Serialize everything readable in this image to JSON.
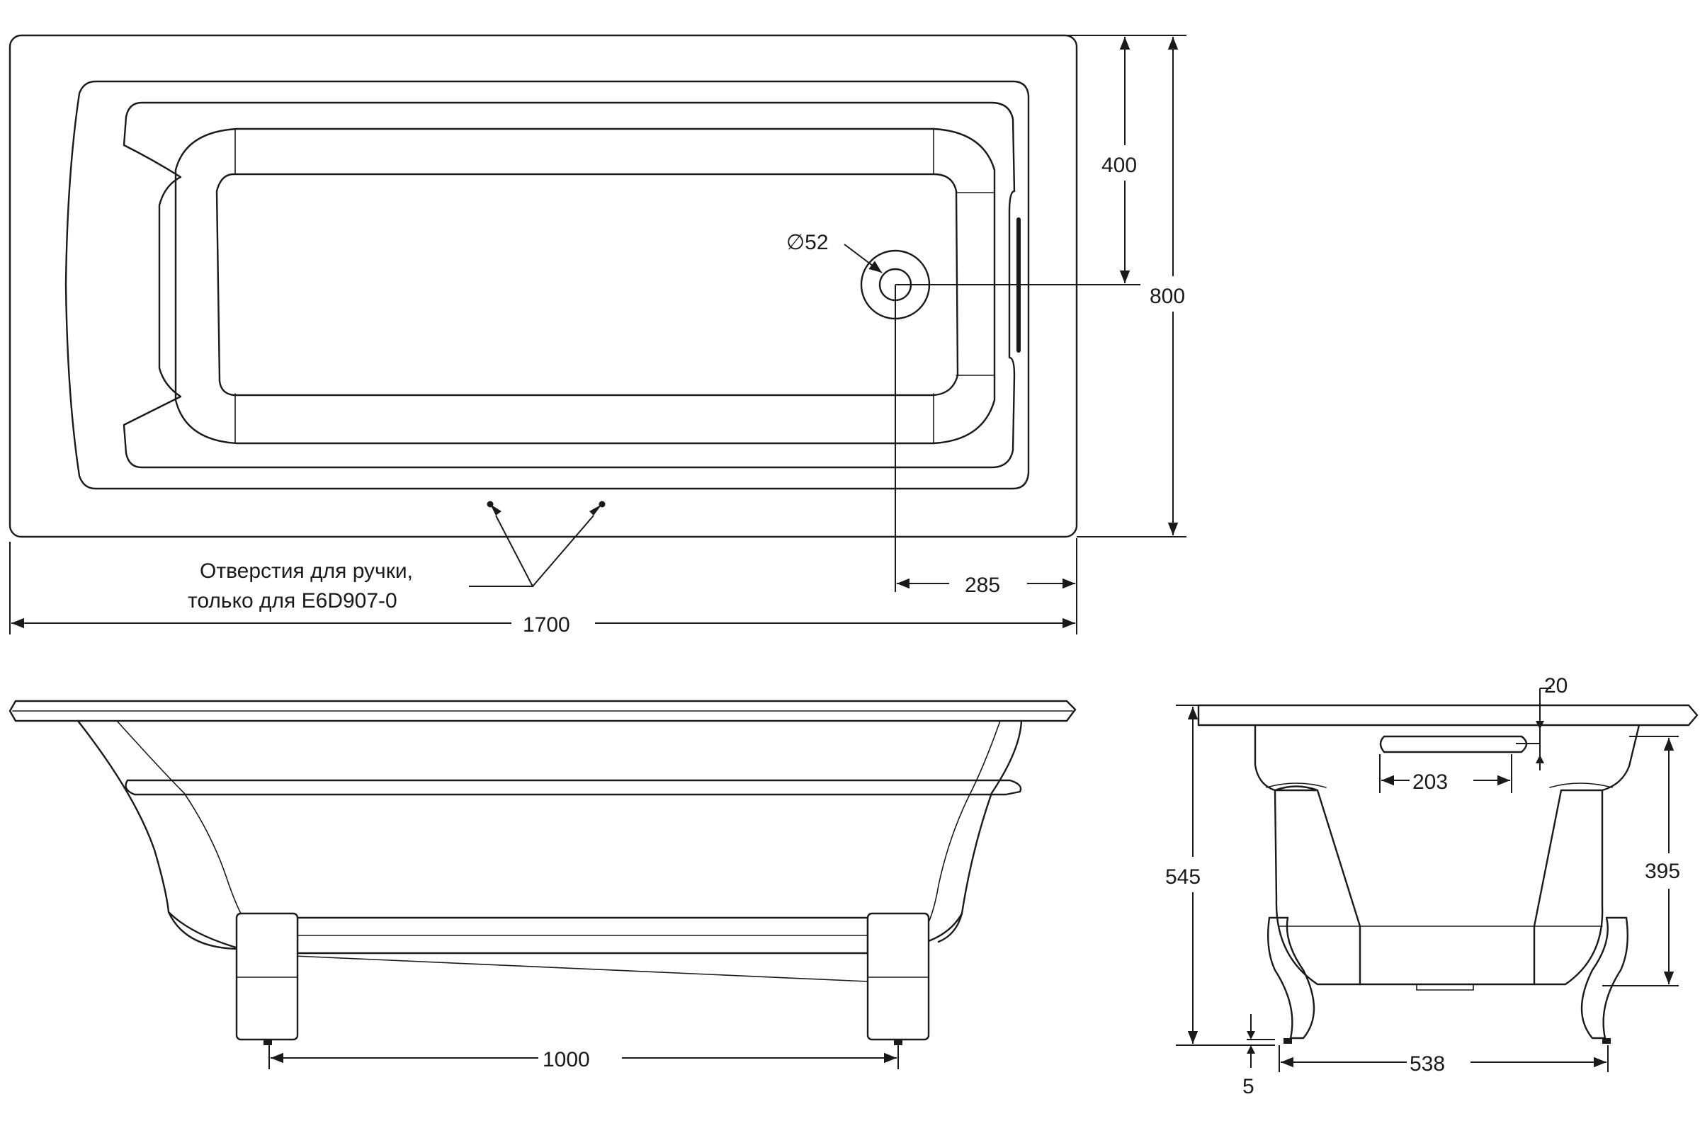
{
  "top_view": {
    "dim_width": "400",
    "dim_total_width": "800",
    "dim_drain_dia": "∅52",
    "dim_drain_offset": "285",
    "dim_length": "1700",
    "note_line1": "Отверстия для ручки,",
    "note_line2": "только для E6D907-0"
  },
  "side_view": {
    "dim_leg_spacing": "1000"
  },
  "end_view": {
    "dim_overflow_height": "20",
    "dim_overflow_width": "203",
    "dim_total_height": "545",
    "dim_leg_height": "395",
    "dim_foot_clearance": "5",
    "dim_leg_width": "538"
  }
}
